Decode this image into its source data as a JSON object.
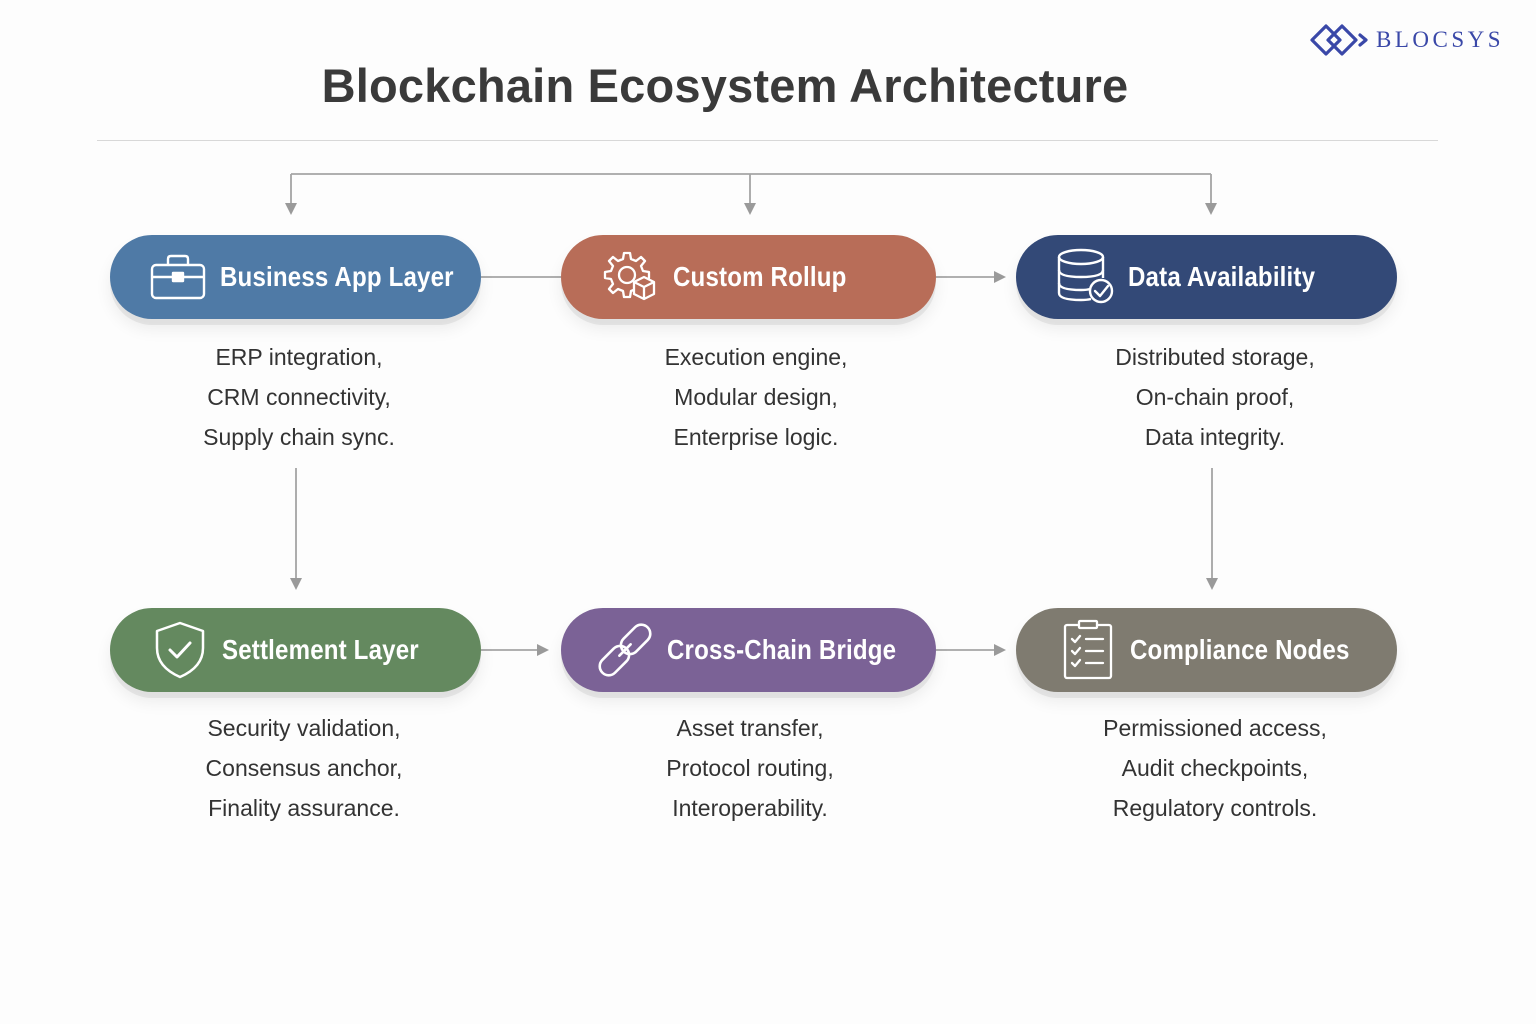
{
  "logo": {
    "text": "BLOCSYS",
    "icon": "blocsys-logo-icon",
    "color": "#3a48a8"
  },
  "title": "Blockchain Ecosystem Architecture",
  "colors": {
    "connector": "#999999",
    "rule": "#d8d8d8"
  },
  "nodes": [
    {
      "label": "Business App Layer",
      "icon": "briefcase-icon",
      "color": "#4f7aa6",
      "lines": [
        "ERP integration,",
        "CRM connectivity,",
        "Supply chain sync."
      ]
    },
    {
      "label": "Custom Rollup",
      "icon": "gear-cube-icon",
      "color": "#b86d58",
      "lines": [
        "Execution engine,",
        "Modular design,",
        "Enterprise logic."
      ]
    },
    {
      "label": "Data Availability",
      "icon": "database-check-icon",
      "color": "#334977",
      "lines": [
        "Distributed storage,",
        "On-chain proof,",
        "Data integrity."
      ]
    },
    {
      "label": "Settlement Layer",
      "icon": "shield-check-icon",
      "color": "#64895f",
      "lines": [
        "Security validation,",
        "Consensus anchor,",
        "Finality assurance."
      ]
    },
    {
      "label": "Cross-Chain Bridge",
      "icon": "chain-link-icon",
      "color": "#7b6296",
      "lines": [
        "Asset transfer,",
        "Protocol routing,",
        "Interoperability."
      ]
    },
    {
      "label": "Compliance Nodes",
      "icon": "checklist-icon",
      "color": "#7f7b70",
      "lines": [
        "Permissioned access,",
        "Audit checkpoints,",
        "Regulatory controls."
      ]
    }
  ]
}
